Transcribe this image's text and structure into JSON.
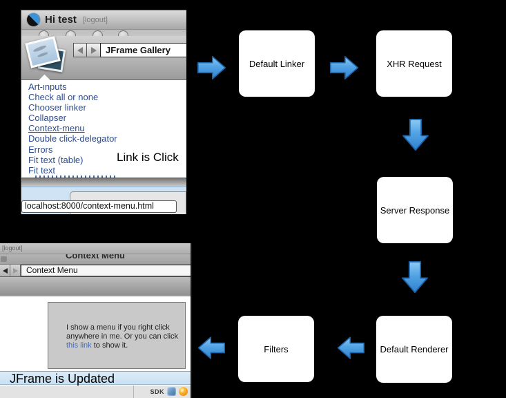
{
  "annotations": {
    "link_clicked": "Link is Click",
    "jframe_updated": "JFrame is Updated"
  },
  "flow": {
    "arrow_color": "#4d9fe0",
    "boxes": [
      {
        "id": "default-linker",
        "label": "Default Linker"
      },
      {
        "id": "xhr-request",
        "label": "XHR Request"
      },
      {
        "id": "server-response",
        "label": "Server Response"
      },
      {
        "id": "default-renderer",
        "label": "Default Renderer"
      },
      {
        "id": "filters",
        "label": "Filters"
      }
    ]
  },
  "gallery_window": {
    "title": "Hi test",
    "logout_label": "[logout]",
    "nav": {
      "dropdown_value": "JFrame Gallery"
    },
    "links": [
      "Art-inputs",
      "Check all or none",
      "Chooser linker",
      "Collapser",
      "Context-menu",
      "Double click-delegator",
      "Errors",
      "Fit text (table)",
      "Fit text"
    ],
    "active_link": "Context-menu",
    "status_url": "localhost:8000/context-menu.html"
  },
  "context_window": {
    "logout_label": "[logout]",
    "page_title": "Context Menu",
    "nav_value": "Context Menu",
    "box_line1": "I show a menu if you right click",
    "box_line2": "anywhere in me. Or you can click",
    "box_link_text": "this link",
    "box_line3_rest": " to show it.",
    "sdk_label": "SDK"
  }
}
